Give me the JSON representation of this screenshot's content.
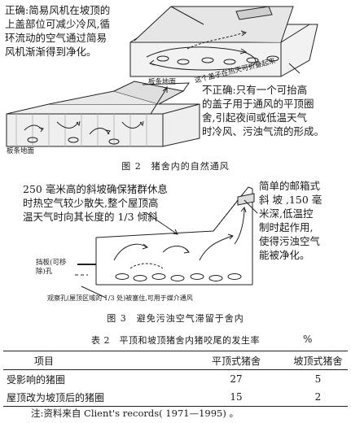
{
  "fig2": {
    "correct_text": [
      "正确:简易风机在坡顶的",
      "上盖部位可减少冷风,循",
      "环流动的空气通过简易",
      "风机渐渐得到净化。"
    ],
    "slatted_floor_top": "板条地面",
    "foldable_lid": "这个盖子在热天可折叠起来",
    "incorrect_text": [
      "不正确:只有一个可抬高",
      "的盖子用于通风的平顶圈",
      "舍,引起夜间或低温天气",
      "时冷风、污浊气流的形成。"
    ],
    "slatted_floor_bottom": "板条地面",
    "caption": "图 2　猪舍内的自然通风"
  },
  "fig3": {
    "left_text": [
      "250 毫米高的斜坡确保猪群休息",
      "时热空气较少散失,整个屋顶高",
      "温天气时向其长度的 1/3 倾斜"
    ],
    "right_text": [
      "简单的邮箱式",
      "斜 坡 ,150 毫",
      "米深,低温控",
      "制时起作用,",
      "使得污浊空气",
      "能被净化。"
    ],
    "baffle_label": [
      "挡板(可移",
      "除)孔"
    ],
    "observe_hole": "观察孔(屋顶区域的 1/3 处)被塞住,可用于媒介通风",
    "caption": "图 3　避免污浊空气滞留于舍内"
  },
  "table": {
    "title": "表 2　平顶和坡顶猪舍内猪咬尾的发生率",
    "unit": "%",
    "headers": [
      "项目",
      "平顶式猪舍",
      "坡顶式猪舍"
    ],
    "rows": [
      [
        "受影响的猪圈",
        "27",
        "5"
      ],
      [
        "屋顶改为坡顶后的猪圈",
        "15",
        "2"
      ]
    ],
    "note": "注:资料来自 Client's records( 1971—1995) 。"
  }
}
